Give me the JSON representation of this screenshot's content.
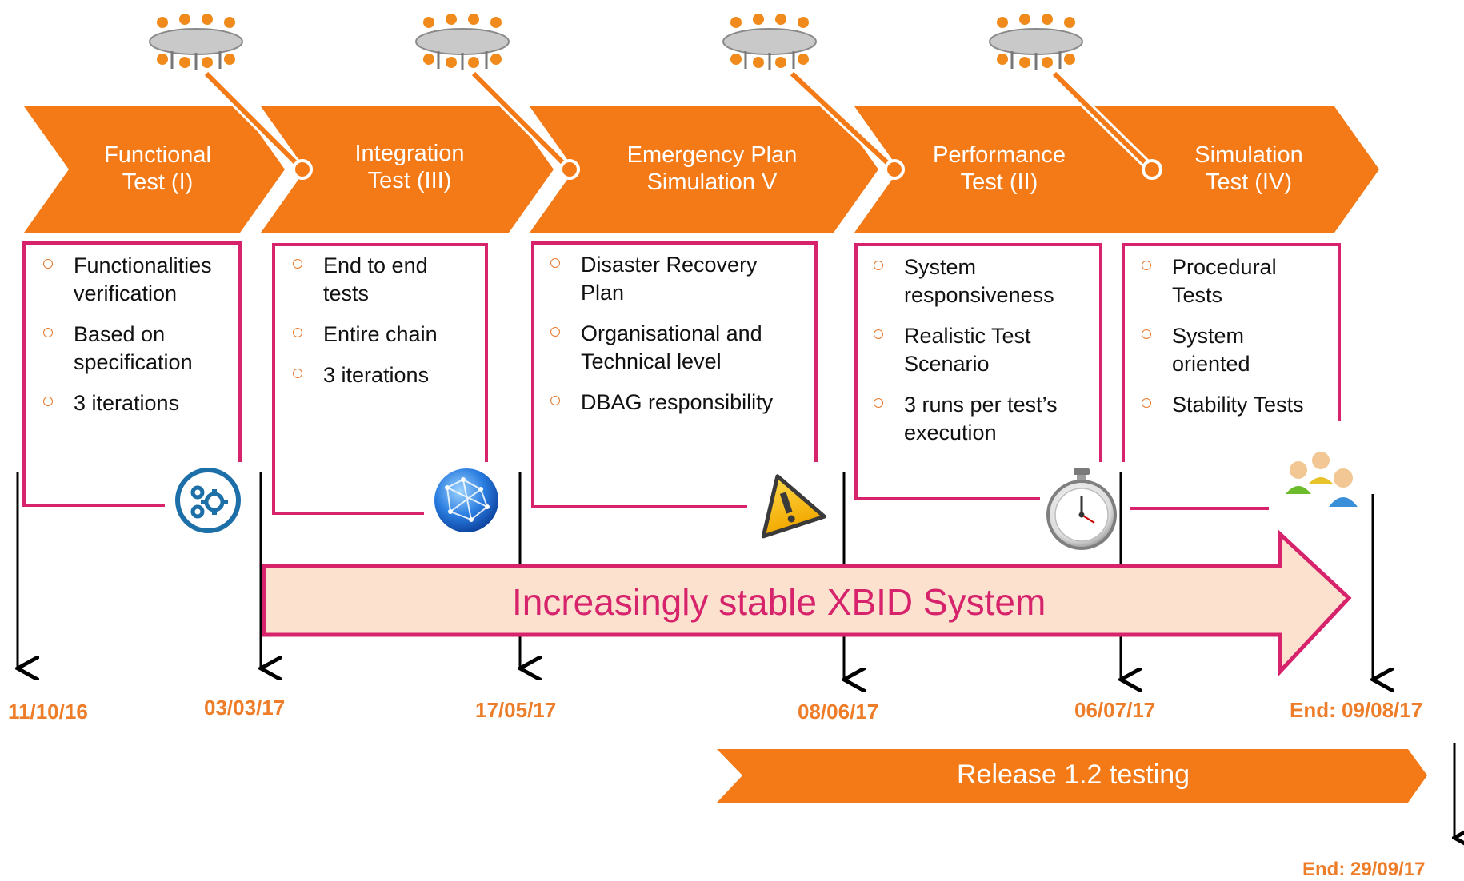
{
  "phases": [
    {
      "line1": "Functional",
      "line2": "Test (I)",
      "icon": "gears-icon",
      "items": [
        {
          "text": "Functionalities verification"
        },
        {
          "text": "Based on specification"
        },
        {
          "text": "3 iterations"
        }
      ]
    },
    {
      "line1": "Integration",
      "line2": "Test (III)",
      "icon": "globe-network-icon",
      "items": [
        {
          "text": "End to end tests"
        },
        {
          "text": "Entire chain"
        },
        {
          "text": "3 iterations"
        }
      ]
    },
    {
      "line1": "Emergency Plan",
      "line2": "Simulation V",
      "icon": "warning-icon",
      "items": [
        {
          "text": "Disaster Recovery Plan"
        },
        {
          "text": "Organisational and Technical level"
        },
        {
          "text": "DBAG responsibility"
        }
      ]
    },
    {
      "line1": "Performance",
      "line2": "Test (II)",
      "icon": "stopwatch-icon",
      "items": [
        {
          "text": "System responsiveness"
        },
        {
          "text": "Realistic Test Scenario"
        },
        {
          "text": "3 runs per test’s execution"
        }
      ]
    },
    {
      "line1": "Simulation",
      "line2": "Test (IV)",
      "icon": "users-group-icon",
      "items": [
        {
          "text": "Procedural Tests"
        },
        {
          "text": "System oriented"
        },
        {
          "text": "Stability Tests"
        }
      ]
    }
  ],
  "meeting_icon": "meeting-table-icon",
  "dates": [
    "11/10/16",
    "03/03/17",
    "17/05/17",
    "08/06/17",
    "06/07/17",
    "End: 09/08/17"
  ],
  "stable_banner": "Increasingly stable XBID System",
  "release_banner": "Release 1.2 testing",
  "release_end": "End: 29/09/17",
  "colors": {
    "accent": "#f47a17",
    "border": "#d6236b",
    "date": "#ee7d2a",
    "banner_fill": "#fce1cf"
  }
}
